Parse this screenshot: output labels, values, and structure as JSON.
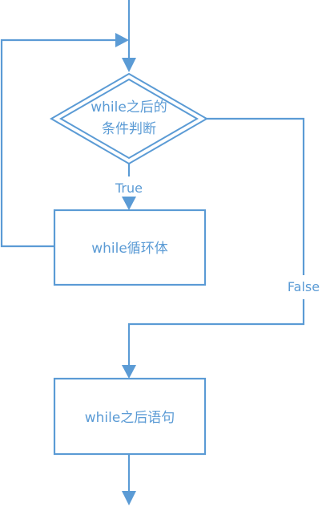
{
  "diagram": {
    "decision": {
      "line1": "while之后的",
      "line2": "条件判断"
    },
    "loop_body": "while循环体",
    "after_statement": "while之后语句",
    "edge_true": "True",
    "edge_false": "False"
  },
  "colors": {
    "stroke": "#5b9bd5",
    "text": "#5b9bd5",
    "background": "#ffffff"
  }
}
